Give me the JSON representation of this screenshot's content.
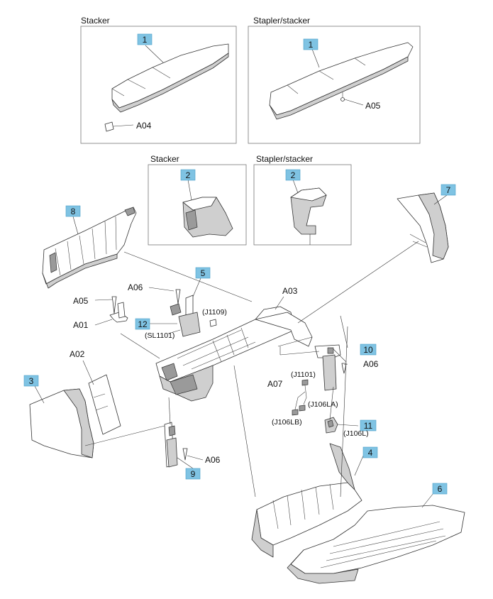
{
  "groups": {
    "cover_stacker": "Stacker",
    "cover_stapler": "Stapler/stacker",
    "guide_stacker": "Stacker",
    "guide_stapler": "Stapler/stacker"
  },
  "callouts": {
    "c1a": "1",
    "c1b": "1",
    "c2a": "2",
    "c2b": "2",
    "c3": "3",
    "c4": "4",
    "c5": "5",
    "c6": "6",
    "c7": "7",
    "c8": "8",
    "c9": "9",
    "c10": "10",
    "c11": "11",
    "c12": "12"
  },
  "items": {
    "a04": "A04",
    "a05_top": "A05",
    "a06_top": "A06",
    "a05_left": "A05",
    "a01": "A01",
    "a02": "A02",
    "a03": "A03",
    "a06_right": "A06",
    "a07": "A07",
    "a06_bottom": "A06"
  },
  "connectors": {
    "j1109": "(J1109)",
    "sl1101": "(SL1101)",
    "j1101": "(J1101)",
    "j106la": "(J106LA)",
    "j106lb": "(J106LB)",
    "j106l": "(J106L)"
  },
  "colors": {
    "callout_fill": "#7fc3e3",
    "callout_stroke": "#4a9fc8"
  }
}
